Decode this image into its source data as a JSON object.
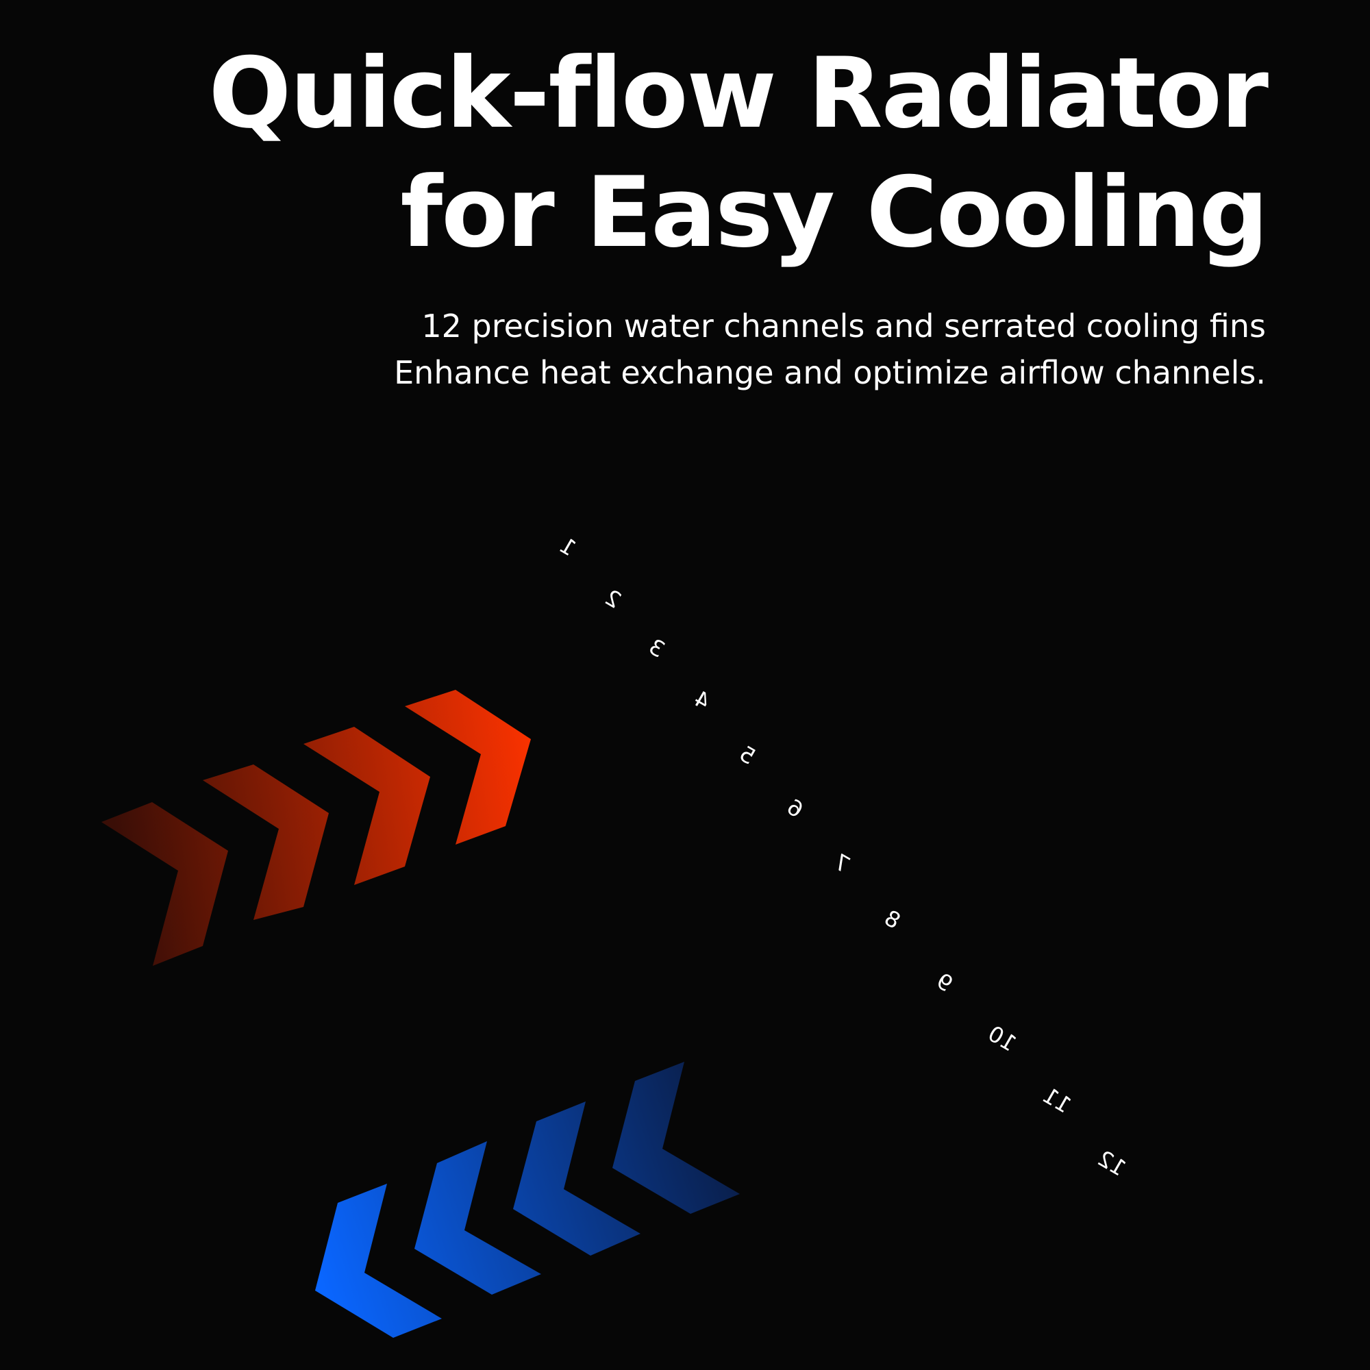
{
  "headline": {
    "line1": "Quick-flow Radiator",
    "line2": "for Easy Cooling"
  },
  "subhead": {
    "line1": "12 precision water channels and serrated cooling fins",
    "line2": "Enhance heat exchange and optimize airflow channels."
  },
  "channels": [
    "1",
    "2",
    "3",
    "4",
    "5",
    "6",
    "7",
    "8",
    "9",
    "10",
    "11",
    "12"
  ],
  "colors": {
    "background": "#060606",
    "hot_dark": "#4a1208",
    "hot_bright": "#ff3300",
    "cold_dark": "#0a1c44",
    "cold_bright": "#0a66ff"
  },
  "icons": {
    "hot_arrows": "chevron-right-icon",
    "cold_arrows": "chevron-left-icon"
  }
}
